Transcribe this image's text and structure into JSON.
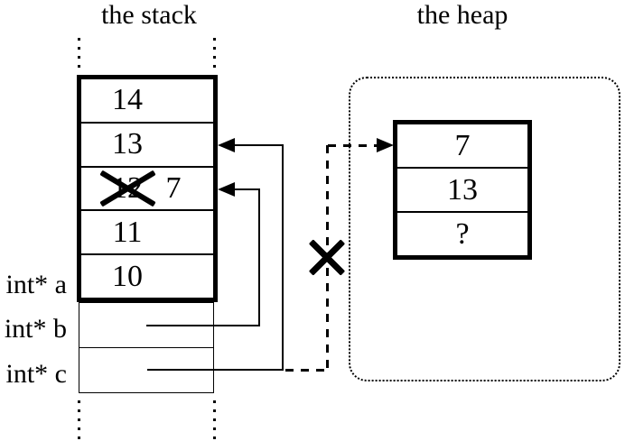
{
  "titles": {
    "stack": "the stack",
    "heap": "the heap"
  },
  "stack": {
    "cells": [
      {
        "value": "14"
      },
      {
        "value": "13"
      },
      {
        "old_value": "12",
        "new_value": "7",
        "crossed_out": true
      },
      {
        "value": "11"
      },
      {
        "value": "10"
      }
    ]
  },
  "pointers": [
    {
      "label": "int* a"
    },
    {
      "label": "int* b"
    },
    {
      "label": "int* c"
    }
  ],
  "heap": {
    "cells": [
      {
        "value": "7"
      },
      {
        "value": "13"
      },
      {
        "value": "?"
      }
    ]
  },
  "colors": {
    "ink": "#000000",
    "background": "#ffffff"
  }
}
